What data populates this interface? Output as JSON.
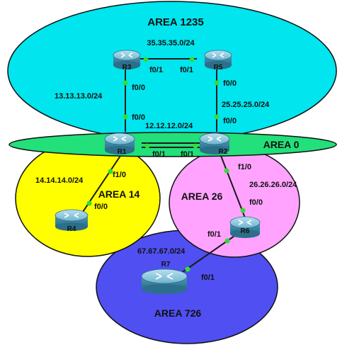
{
  "areas": {
    "a1235": {
      "label": "AREA 1235",
      "color": "#00e5ee"
    },
    "a0": {
      "label": "AREA 0",
      "color": "#22e07a"
    },
    "a14": {
      "label": "AREA 14",
      "color": "#ffff00"
    },
    "a26": {
      "label": "AREA 26",
      "color": "#ffa3ff"
    },
    "a726": {
      "label": "AREA 726",
      "color": "#4f4ff2"
    }
  },
  "networks": {
    "n35": "35.35.35.0/24",
    "n13": "13.13.13.0/24",
    "n25": "25.25.25.0/24",
    "n12": "12.12.12.0/24",
    "n14": "14.14.14.0/24",
    "n26": "26.26.26.0/24",
    "n67": "67.67.67.0/24"
  },
  "routers": {
    "r1": "R1",
    "r2": "R2",
    "r3": "R3",
    "r4": "R4",
    "r5": "R5",
    "r6": "R6",
    "r7": "R7"
  },
  "interfaces": {
    "r3_f01": "f0/1",
    "r5_f01": "f0/1",
    "r3_f00": "f0/0",
    "r1_f00": "f0/0",
    "r5_f00": "f0/0",
    "r2_f00": "f0/0",
    "r1_f01": "f0/1",
    "r2_f01": "f0/1",
    "r1_f10": "f1/0",
    "r4_f00": "f0/0",
    "r2_f10": "f1/0",
    "r6_f00": "f0/0",
    "r6_f01": "f0/1",
    "r7_f01": "f0/1"
  },
  "colors": {
    "router_top": "#8fc7dc",
    "router_side": "#3d8aa8",
    "link": "#1a1a1a",
    "interface_dot": "#33dd33"
  }
}
